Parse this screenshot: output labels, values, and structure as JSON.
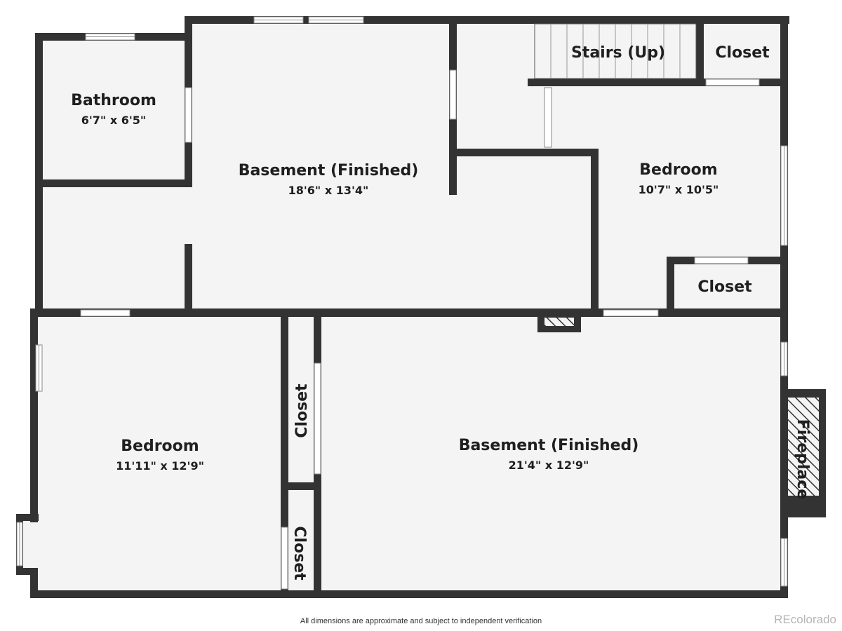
{
  "rooms": {
    "bathroom": {
      "name": "Bathroom",
      "dims": "6'7\" x 6'5\""
    },
    "basement_upper": {
      "name": "Basement (Finished)",
      "dims": "18'6\" x 13'4\""
    },
    "stairs": {
      "name": "Stairs (Up)"
    },
    "closet_top_right": {
      "name": "Closet"
    },
    "bedroom_right": {
      "name": "Bedroom",
      "dims": "10'7\" x 10'5\""
    },
    "closet_mid_right": {
      "name": "Closet"
    },
    "bedroom_left": {
      "name": "Bedroom",
      "dims": "11'11\" x 12'9\""
    },
    "closet_vertical_upper": {
      "name": "Closet"
    },
    "closet_vertical_lower": {
      "name": "Closet"
    },
    "basement_lower": {
      "name": "Basement (Finished)",
      "dims": "21'4\" x 12'9\""
    },
    "fireplace": {
      "name": "Fireplace"
    }
  },
  "footer": {
    "disclaimer": "All dimensions are approximate and subject to independent verification",
    "brand": "REcolorado"
  },
  "colors": {
    "wall": "#333333",
    "floor": "#f4f4f4",
    "window": "#ffffff"
  }
}
